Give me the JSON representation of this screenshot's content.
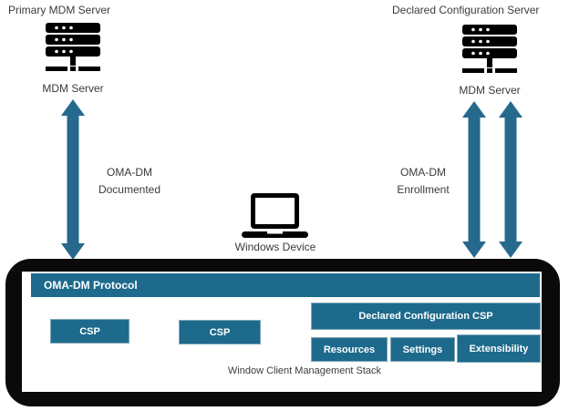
{
  "colors": {
    "box_teal": "#1d6a8c",
    "arrow_teal": "#26698c",
    "frame_black": "#0a0a0a",
    "box_border": "#7fa5b8",
    "text_dark": "#3b3b3b"
  },
  "left_server": {
    "title": "Primary MDM Server",
    "caption": "MDM Server"
  },
  "right_server": {
    "title": "Declared Configuration Server",
    "caption": "MDM Server"
  },
  "left_link": {
    "line1": "OMA-DM",
    "line2": "Documented"
  },
  "right_link": {
    "line1": "OMA-DM",
    "line2": "Enrollment"
  },
  "device": {
    "caption": "Windows Device"
  },
  "stack": {
    "header": "OMA-DM Protocol",
    "csp_a": "CSP",
    "csp_b": "CSP",
    "declared_csp": "Declared Configuration CSP",
    "resources": "Resources",
    "settings": "Settings",
    "extensibility": "Extensibility",
    "caption": "Window Client Management Stack"
  }
}
